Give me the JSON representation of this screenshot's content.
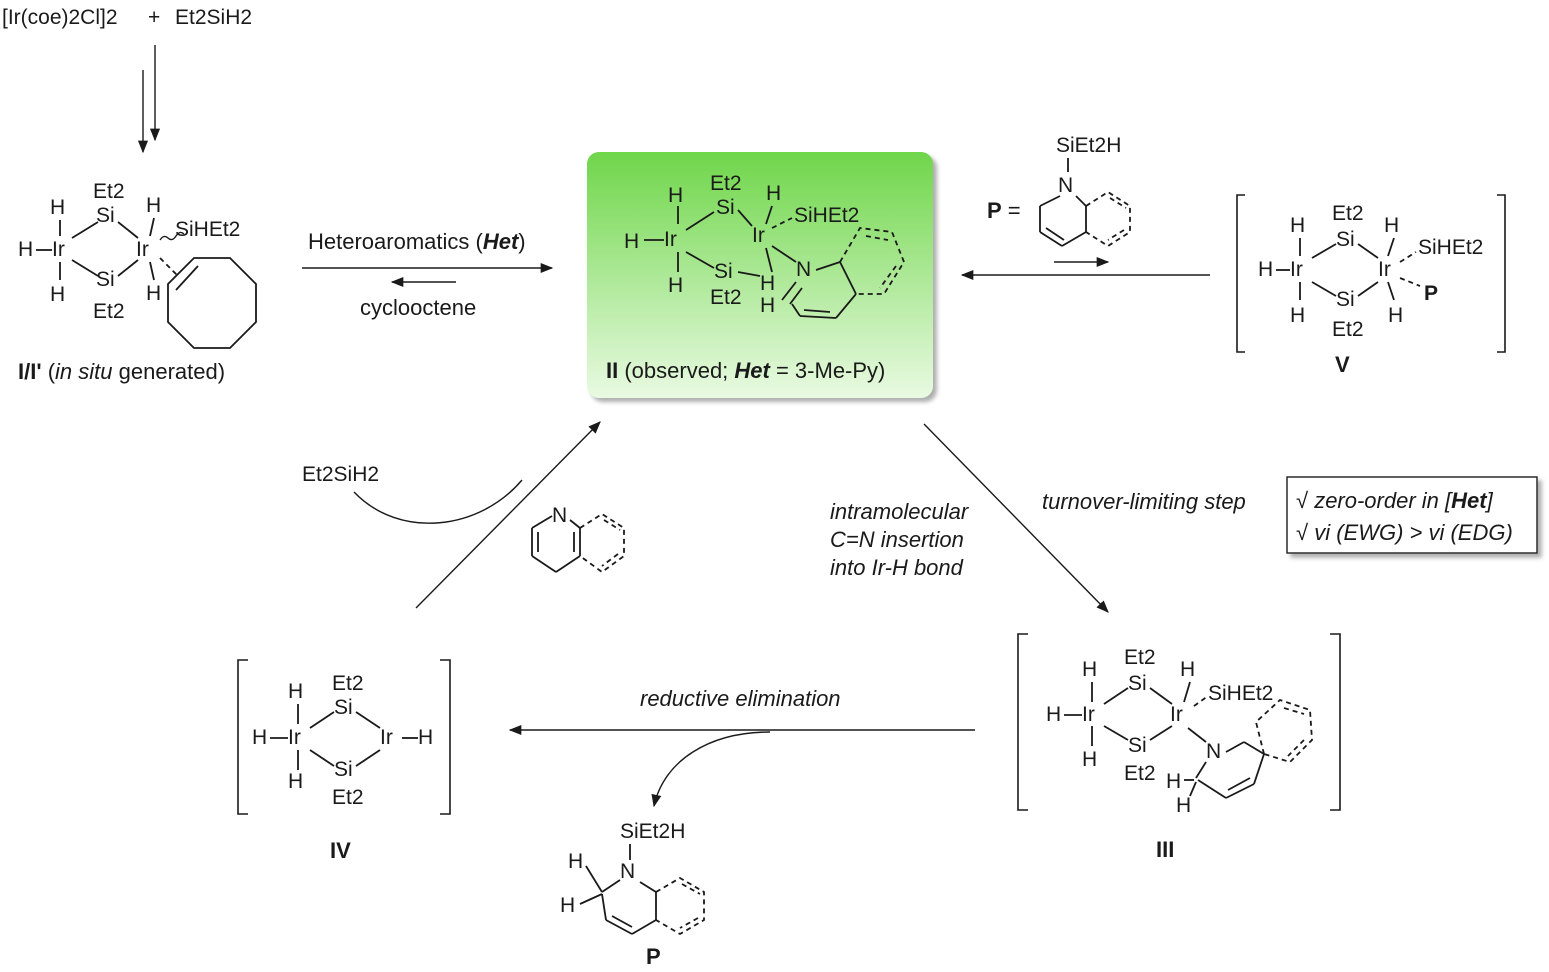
{
  "start": {
    "ir_reagent": "[Ir(coe)2Cl]2",
    "plus": "+",
    "silane": "Et2SiH2"
  },
  "atoms": {
    "ir": "Ir",
    "si": "Si",
    "h": "H",
    "n": "N",
    "et2": "Et2",
    "siet2h": "SiEt2H",
    "sihet2": "SiHEt2"
  },
  "compounds": {
    "i": {
      "label_bold": "I/I'",
      "label_open": " (",
      "label_italic": "in situ",
      "label_rest": " generated)"
    },
    "ii": {
      "label_bold": "II",
      "label_open": " (observed; ",
      "label_het": "Het",
      "label_rest": " = 3-Me-Py)"
    },
    "iii": {
      "label": "III"
    },
    "iv": {
      "label": "IV"
    },
    "v": {
      "label": "V"
    },
    "p_def": {
      "label": "P",
      "eq": " ="
    },
    "p_bottom": {
      "label": "P"
    }
  },
  "arrows": {
    "het_label": "Heteroaromatics (",
    "het_italic": "Het",
    "het_close": ")",
    "cyclooctene": "cyclooctene",
    "silane_in": "Et2SiH2",
    "insertion": [
      "intramolecular",
      "C=N insertion",
      "into Ir-H bond"
    ],
    "turnover": "turnover-limiting step",
    "reductive": "reductive elimination"
  },
  "notes": {
    "line1_check": "√ ",
    "line1_text": "zero-order in [",
    "line1_bold": "Het",
    "line1_close": "]",
    "line2_check": "√ ",
    "line2_text": "vi (EWG) > vi (EDG)"
  },
  "colors": {
    "highlight_top": "#6fd64a",
    "highlight_bottom": "#e9fae2",
    "ink": "#1a1a1a"
  }
}
